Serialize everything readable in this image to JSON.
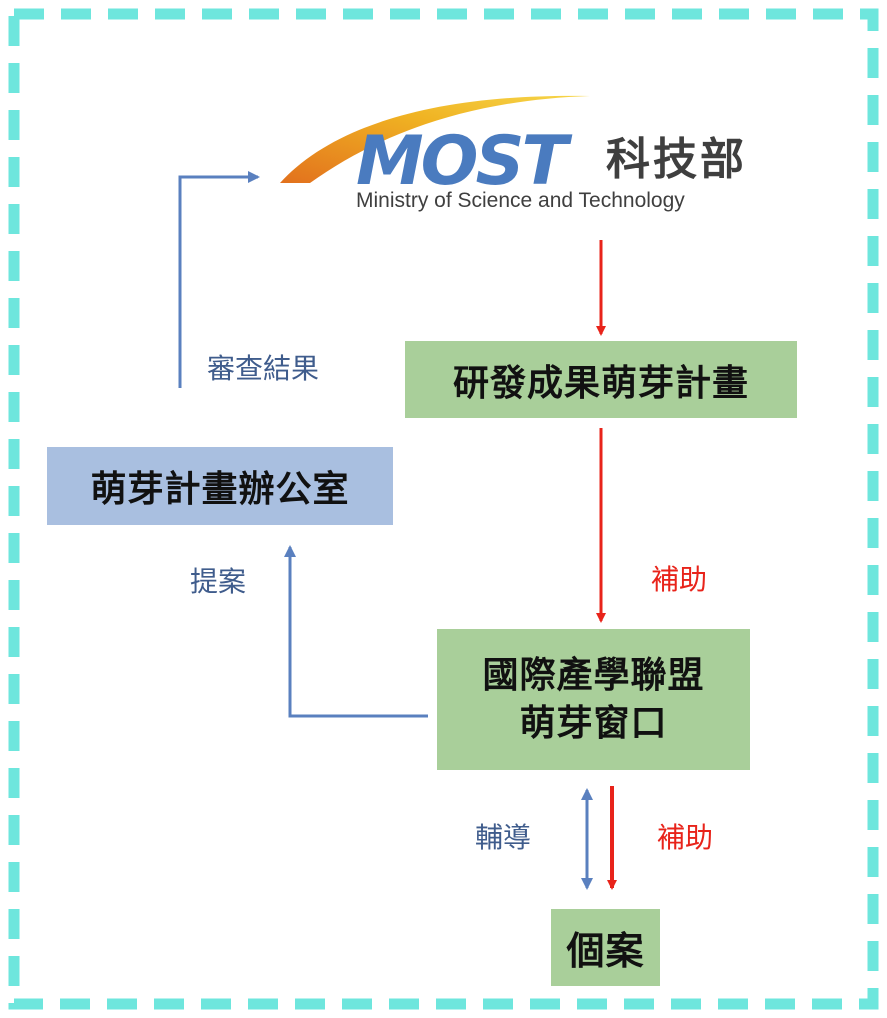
{
  "logo": {
    "wordmark": "MOST",
    "name_cn": "科技部",
    "name_en": "Ministry of Science and Technology"
  },
  "nodes": {
    "plan": "研發成果萌芽計畫",
    "office": "萌芽計畫辦公室",
    "window_line1": "國際產學聯盟",
    "window_line2": "萌芽窗口",
    "case": "個案"
  },
  "edges": {
    "review_result": "審查結果",
    "proposal": "提案",
    "subsidy_plan_to_window": "補助",
    "guidance": "輔導",
    "subsidy_window_to_case": "補助"
  },
  "colors": {
    "frame_dash": "#6ee6dd",
    "green_box": "#a9cf9a",
    "blue_box": "#a9bfe0",
    "blue_arrow": "#5a80bf",
    "red_arrow": "#e8231a"
  }
}
